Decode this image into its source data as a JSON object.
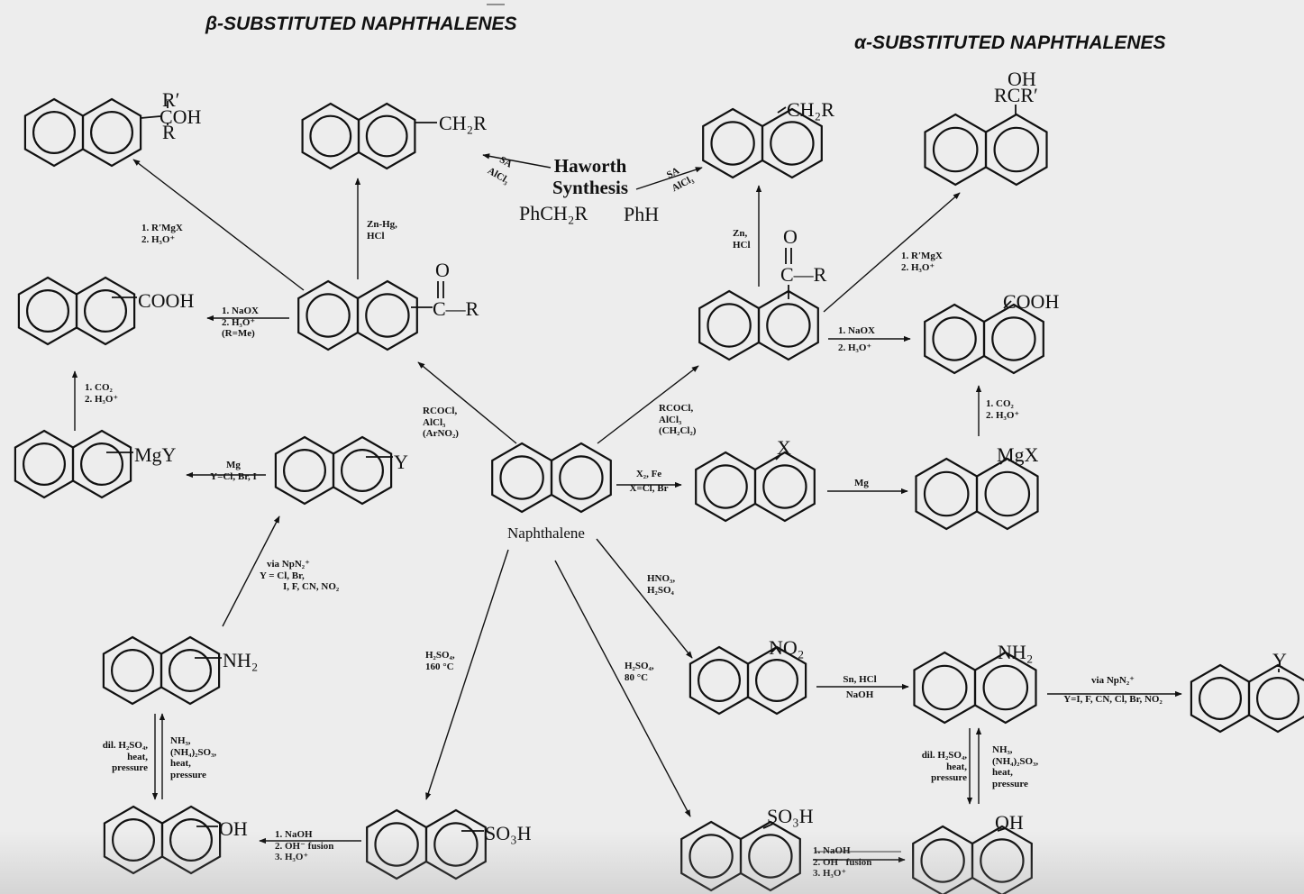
{
  "headings": {
    "beta": "β-SUBSTITUTED NAPHTHALENES",
    "alpha": "α-SUBSTITUTED NAPHTHALENES"
  },
  "haworth": {
    "title_line1": "Haworth",
    "title_line2": "Synthesis",
    "reagent_left": "PhCH₂R",
    "reagent_right": "PhH",
    "sa_left": "SA",
    "alcl3_left": "AlCl₃",
    "sa_right": "SA",
    "alcl3_right": "AlCl₃"
  },
  "molecules": {
    "naphthalene": "Naphthalene",
    "beta_carbinol_r_prime": "R′",
    "beta_carbinol_coh": "COH",
    "beta_carbinol_r": "R",
    "beta_ch2r": "CH₂R",
    "beta_cooh": "COOH",
    "beta_ketone_o": "O",
    "beta_ketone_cr": "C—R",
    "beta_mgy": "MgY",
    "beta_y": "Y",
    "beta_nh2": "NH₂",
    "beta_oh": "OH",
    "beta_so3h": "SO₃H",
    "alpha_ch2r": "CH₂R",
    "alpha_carbinol_oh": "OH",
    "alpha_carbinol_rcr": "RCR′",
    "alpha_ketone_o": "O",
    "alpha_ketone_cr": "C—R",
    "alpha_cooh": "COOH",
    "alpha_x": "X",
    "alpha_mgx": "MgX",
    "alpha_no2": "NO₂",
    "alpha_nh2": "NH₂",
    "alpha_y": "Y",
    "alpha_so3h": "SO₃H",
    "alpha_oh": "OH"
  },
  "reagents": {
    "grignard_beta": [
      "1.  R′MgX",
      "2.  H₃O⁺"
    ],
    "zn_hg": [
      "Zn-Hg,",
      "HCl"
    ],
    "haloform_beta": [
      "1.  NaOX",
      "2.  H₃O⁺",
      "(R=Me)"
    ],
    "co2_beta": [
      "1.  CO₂",
      "2.  H₃O⁺"
    ],
    "acylation_beta": [
      "RCOCl,",
      "AlCl₃",
      "(ArNO₂)"
    ],
    "mg_beta": [
      "Mg",
      "Y=Cl, Br, I"
    ],
    "diazo_beta": [
      "via NpN₂⁺",
      "Y = Cl, Br,",
      "I, F, CN, NO₂"
    ],
    "hydrolysis_beta": [
      "dil. H₂SO₄,",
      "heat,",
      "pressure"
    ],
    "bucherer_beta": [
      "NH₃,",
      "(NH₄)₂SO₃,",
      "heat,",
      "pressure"
    ],
    "fusion_beta": [
      "1.  NaOH",
      "2.  OH⁻ fusion",
      "3.  H₃O⁺"
    ],
    "sulfonation_160": [
      "H₂SO₄,",
      "160 °C"
    ],
    "sulfonation_80": [
      "H₂SO₄,",
      "80 °C"
    ],
    "zn_hcl": [
      "Zn,",
      "HCl"
    ],
    "grignard_alpha": [
      "1.  R′MgX",
      "2.  H₃O⁺"
    ],
    "acylation_alpha": [
      "RCOCl,",
      "AlCl₃",
      "(CH₂Cl₂)"
    ],
    "haloform_alpha": [
      "1.  NaOX",
      "2.  H₃O⁺"
    ],
    "co2_alpha": [
      "1.  CO₂",
      "2.  H₃O⁺"
    ],
    "halogenation": [
      "X₂, Fe",
      "X=Cl, Br"
    ],
    "mg_alpha": [
      "Mg"
    ],
    "nitration": [
      "HNO₃,",
      "H₂SO₄"
    ],
    "reduction": [
      "Sn, HCl",
      "NaOH"
    ],
    "diazo_alpha": [
      "via NpN₂⁺",
      "Y=I, F, CN, Cl, Br, NO₂"
    ],
    "hydrolysis_alpha": [
      "dil. H₂SO₄,",
      "heat,",
      "pressure"
    ],
    "bucherer_alpha": [
      "NH₃,",
      "(NH₄)₂SO₃,",
      "heat,",
      "pressure"
    ],
    "fusion_alpha": [
      "1.  NaOH",
      "2.  OH⁻ fusion",
      "3.  H₃O⁺"
    ]
  }
}
